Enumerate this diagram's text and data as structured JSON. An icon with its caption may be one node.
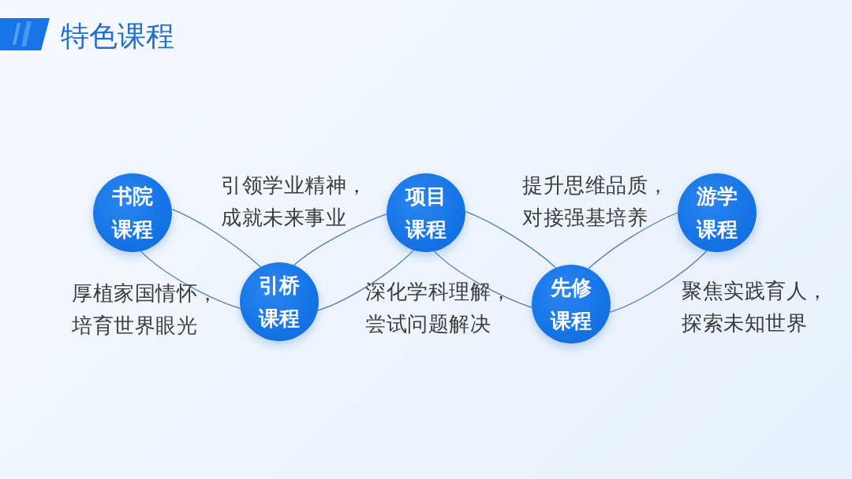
{
  "diagram": {
    "title": "特色课程",
    "nodes": [
      {
        "text": [
          "书院课程"
        ]
      },
      {
        "text": [
          "引桥课程"
        ]
      },
      {
        "text": [
          "项目课程"
        ]
      },
      {
        "text": [
          "先修课程"
        ]
      },
      {
        "text": [
          "游学课程"
        ]
      }
    ],
    "edges": [
      {
        "from": 0,
        "to": 1,
        "arrow": "none"
      },
      {
        "from": 0,
        "to": 1,
        "arrow": "none"
      },
      {
        "from": 1,
        "to": 2,
        "arrow": "none"
      },
      {
        "from": 1,
        "to": 2,
        "arrow": "none"
      },
      {
        "from": 2,
        "to": 3,
        "arrow": "none"
      },
      {
        "from": 2,
        "to": 3,
        "arrow": "none"
      },
      {
        "from": 3,
        "to": 4,
        "arrow": "none"
      },
      {
        "from": 3,
        "to": 4,
        "arrow": "none"
      }
    ],
    "labels": [
      "引领学业精神，成就未来事业",
      "提升思维品质，对接强基培养",
      "厚植家国情怀，培育世界眼光",
      "深化学科理解，尝试问题解决",
      "聚焦实践育人，探索未知世界"
    ]
  }
}
